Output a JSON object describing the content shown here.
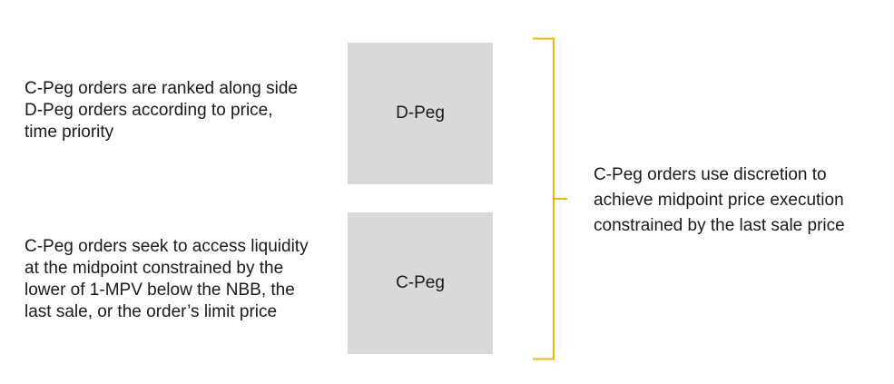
{
  "left_descriptions": {
    "top": {
      "lines": [
        "C-Peg orders are ranked along side",
        "D-Peg orders according to price,",
        "time priority"
      ]
    },
    "bottom": {
      "lines": [
        "C-Peg orders seek to access liquidity",
        "at the midpoint constrained by the",
        "lower of 1-MPV below the NBB, the",
        "last sale, or the order’s limit price"
      ]
    }
  },
  "boxes": {
    "dpeg": {
      "label": "D-Peg"
    },
    "cpeg": {
      "label": "C-Peg"
    }
  },
  "summary": {
    "lines": [
      "C-Peg orders use discretion to",
      "achieve midpoint price execution",
      "constrained by the last sale price"
    ]
  },
  "colors": {
    "box_fill": "#d9d9d9",
    "brace": "#f2b800",
    "text": "#1a1a1a"
  }
}
